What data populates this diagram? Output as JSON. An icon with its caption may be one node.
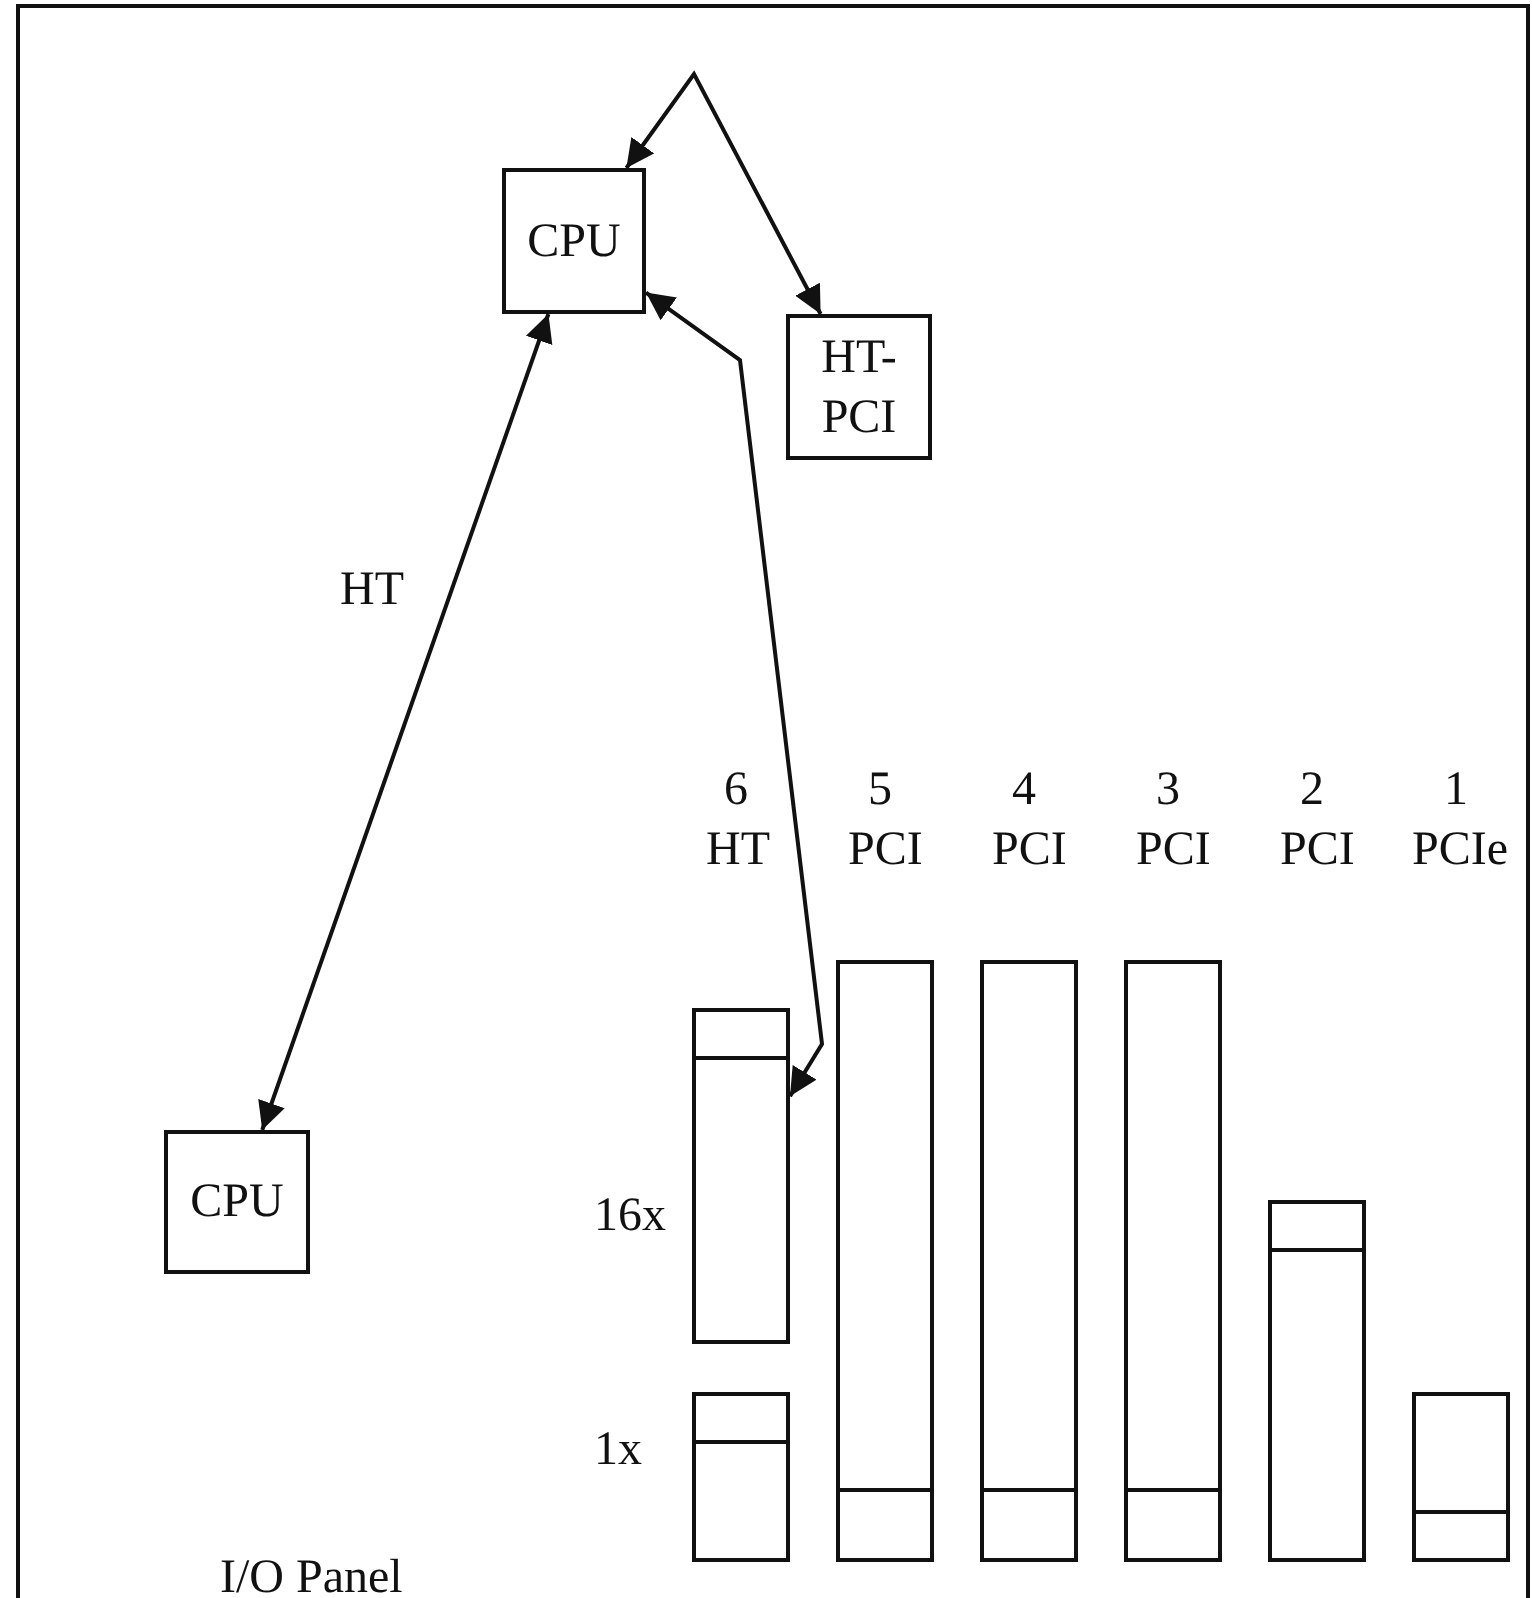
{
  "diagram": {
    "nodes": [
      {
        "text": [
          "CPU"
        ]
      },
      {
        "text": [
          "HT-PCI"
        ]
      },
      {
        "text": [
          "CPU"
        ]
      },
      {
        "text": [],
        "shape": "box",
        "beside": [
          "16x"
        ]
      },
      {
        "text": [],
        "shape": "box",
        "beside": [
          "1x"
        ]
      },
      {
        "text": [],
        "shape": "box"
      },
      {
        "text": [],
        "shape": "box"
      },
      {
        "text": [],
        "shape": "box"
      },
      {
        "text": [],
        "shape": "box"
      },
      {
        "text": [],
        "shape": "box"
      }
    ],
    "edges": [
      {
        "from": 0,
        "to": 1,
        "arrow": "both"
      },
      {
        "from": 0,
        "to": 2,
        "arrow": "both",
        "label": "HT"
      },
      {
        "from": 0,
        "to": 3,
        "arrow": "both"
      }
    ],
    "labels": [
      "6",
      "5",
      "4",
      "3",
      "2",
      "1",
      "HT",
      "PCI",
      "PCI",
      "PCI",
      "PCI",
      "PCIe",
      "I/O Panel"
    ]
  }
}
